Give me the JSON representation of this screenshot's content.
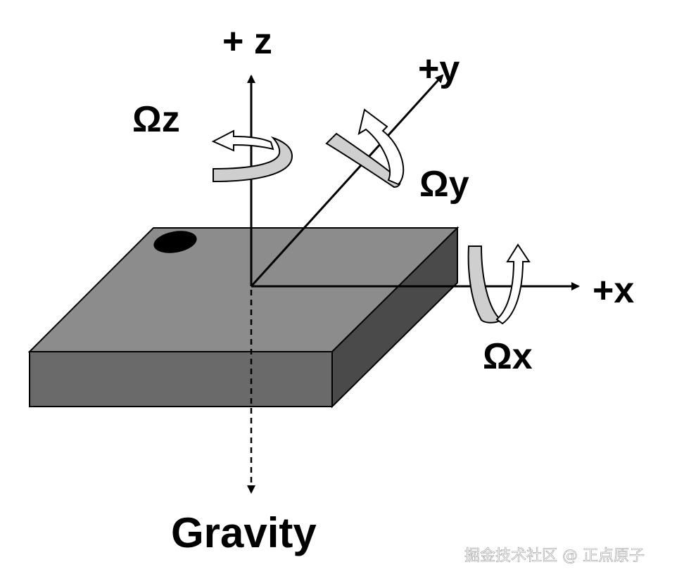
{
  "axes": {
    "z_label": "+ z",
    "y_label": "+y",
    "x_label": "+x",
    "gravity_label": "Gravity"
  },
  "rotations": {
    "omega_z": "Ωz",
    "omega_y": "Ωy",
    "omega_x": "Ωx"
  },
  "watermark": "掘金技术社区 @ 正点原子",
  "colors": {
    "board_top": "#8c8c8c",
    "board_front": "#6a6a6a",
    "board_side": "#4a4a4a",
    "rotation_arrow_fill": "#cfcfcf",
    "axis": "#000000"
  }
}
